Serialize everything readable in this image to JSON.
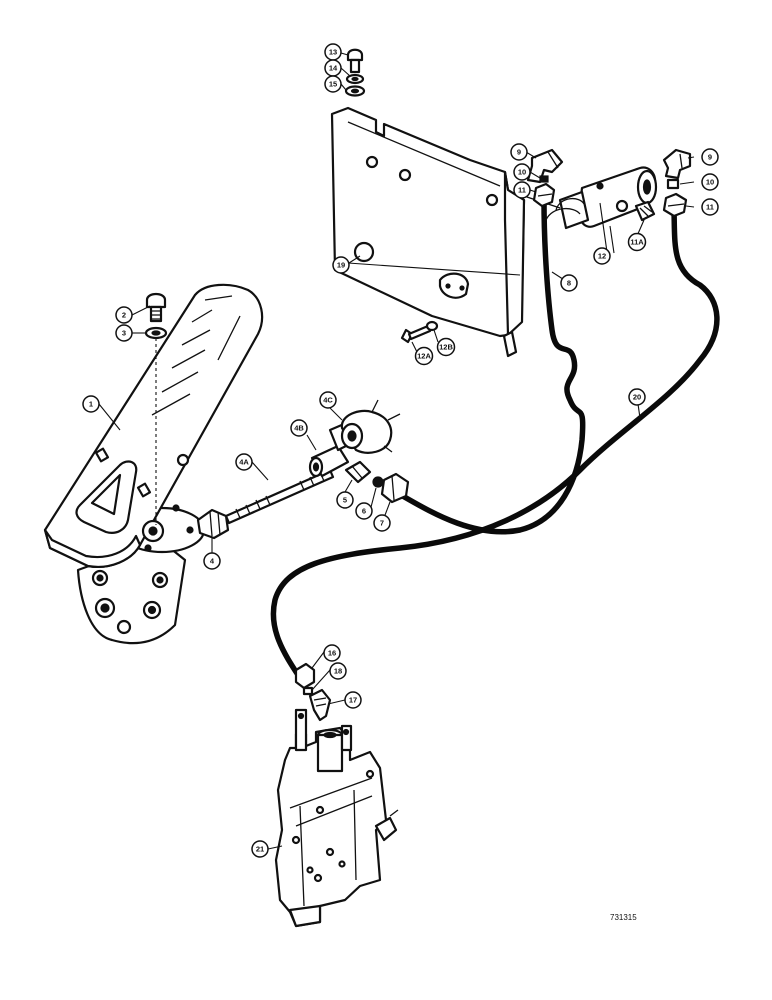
{
  "callouts": [
    {
      "id": "c1",
      "label": "1"
    },
    {
      "id": "c2",
      "label": "2"
    },
    {
      "id": "c3",
      "label": "3"
    },
    {
      "id": "c4",
      "label": "4"
    },
    {
      "id": "c4A",
      "label": "4A"
    },
    {
      "id": "c4B",
      "label": "4B"
    },
    {
      "id": "c4C",
      "label": "4C"
    },
    {
      "id": "c5",
      "label": "5"
    },
    {
      "id": "c6",
      "label": "6"
    },
    {
      "id": "c7",
      "label": "7"
    },
    {
      "id": "c8",
      "label": "8"
    },
    {
      "id": "c9a",
      "label": "9"
    },
    {
      "id": "c9b",
      "label": "9"
    },
    {
      "id": "c10a",
      "label": "10"
    },
    {
      "id": "c10b",
      "label": "10"
    },
    {
      "id": "c11a",
      "label": "11"
    },
    {
      "id": "c11b",
      "label": "11"
    },
    {
      "id": "c11A",
      "label": "11A"
    },
    {
      "id": "c12",
      "label": "12"
    },
    {
      "id": "c12A",
      "label": "12A"
    },
    {
      "id": "c12B",
      "label": "12B"
    },
    {
      "id": "c13",
      "label": "13"
    },
    {
      "id": "c14",
      "label": "14"
    },
    {
      "id": "c15",
      "label": "15"
    },
    {
      "id": "c16",
      "label": "16"
    },
    {
      "id": "c17",
      "label": "17"
    },
    {
      "id": "c18",
      "label": "18"
    },
    {
      "id": "c19",
      "label": "19"
    },
    {
      "id": "c20",
      "label": "20"
    },
    {
      "id": "c21",
      "label": "21"
    }
  ],
  "drawing_number": "731315"
}
